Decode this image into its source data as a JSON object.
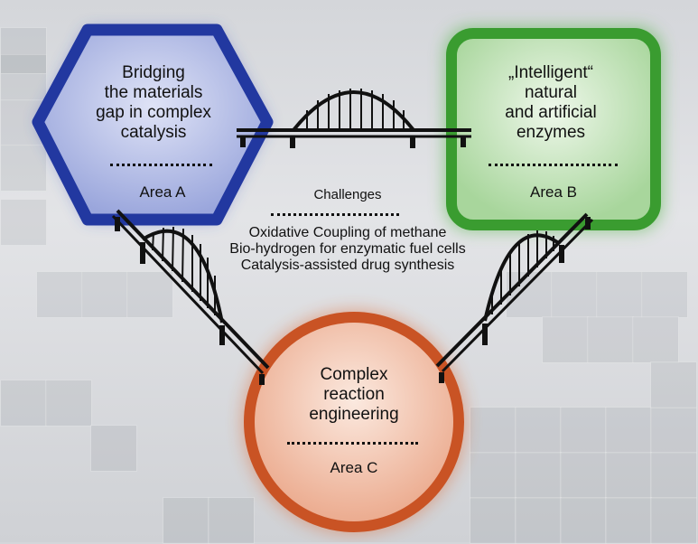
{
  "areas": {
    "a": {
      "title_lines": [
        "Bridging",
        "the materials",
        "gap in complex",
        "catalysis"
      ],
      "label": "Area A",
      "color": "#1f3aa8"
    },
    "b": {
      "title_lines": [
        "„Intelligent“",
        "natural",
        "and artificial",
        "enzymes"
      ],
      "label": "Area B",
      "color": "#3aa832"
    },
    "c": {
      "title_lines": [
        "Complex",
        "reaction",
        "engineering"
      ],
      "label": "Area C",
      "color": "#c44a1f"
    }
  },
  "challenges": {
    "title": "Challenges",
    "items": [
      "Oxidative Coupling of methane",
      "Bio-hydrogen for enzymatic fuel cells",
      "Catalysis-assisted drug synthesis"
    ]
  }
}
